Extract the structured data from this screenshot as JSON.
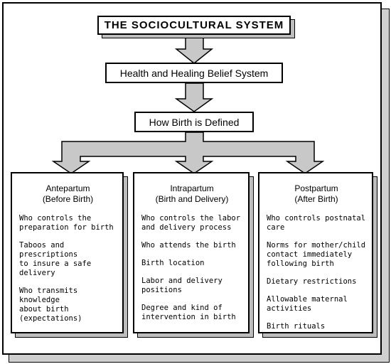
{
  "title": "THE SOCIOCULTURAL SYSTEM",
  "level2": "Health and Healing Belief System",
  "level3": "How Birth is Defined",
  "columns": [
    {
      "heading": "Antepartum",
      "subheading": "(Before Birth)",
      "items": [
        "Who controls the\npreparation for birth",
        "Taboos and prescriptions\nto insure a safe\ndelivery",
        "Who transmits knowledge\nabout birth\n(expectations)"
      ]
    },
    {
      "heading": "Intrapartum",
      "subheading": "(Birth and Delivery)",
      "items": [
        "Who controls the labor\nand delivery process",
        "Who attends the birth",
        "Birth location",
        "Labor and delivery\npositions",
        "Degree and kind of\nintervention in birth"
      ]
    },
    {
      "heading": "Postpartum",
      "subheading": "(After Birth)",
      "items": [
        "Who controls postnatal\ncare",
        "Norms for mother/child\ncontact immediately\nfollowing birth",
        "Dietary restrictions",
        "Allowable maternal\nactivities",
        "Birth rituals"
      ]
    }
  ],
  "colors": {
    "line": "#000000",
    "arrow_fill": "#c8c8c8",
    "shadow": "#bdbdbd"
  }
}
